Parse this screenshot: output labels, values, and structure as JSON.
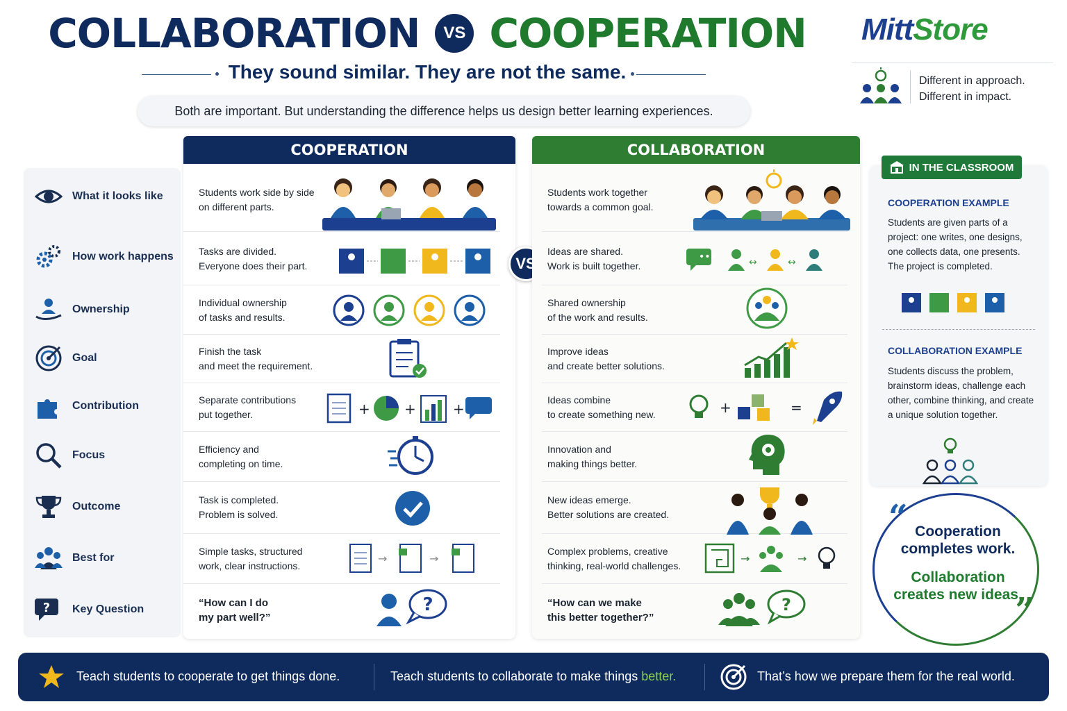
{
  "title": {
    "left": "COLLABORATION",
    "vs": "VS",
    "right": "COOPERATION"
  },
  "subtitle": "They sound similar. They are not the same.",
  "intro": "Both are important. But understanding the difference helps us design better learning experiences.",
  "brand": {
    "part1": "Mitt",
    "part2": "Store",
    "line1": "Different in approach.",
    "line2": "Different in impact."
  },
  "labels": [
    "What it looks like",
    "How work happens",
    "Ownership",
    "Goal",
    "Contribution",
    "Focus",
    "Outcome",
    "Best for",
    "Key Question"
  ],
  "cooperation": {
    "header": "COOPERATION",
    "rows": [
      [
        "Students work side by side",
        "on different parts."
      ],
      [
        "Tasks are divided.",
        "Everyone does their part."
      ],
      [
        "Individual ownership",
        "of tasks and results."
      ],
      [
        "Finish the task",
        "and meet the requirement."
      ],
      [
        "Separate contributions",
        "put together."
      ],
      [
        "Efficiency and",
        "completing on time."
      ],
      [
        "Task is completed.",
        "Problem is solved."
      ],
      [
        "Simple tasks, structured",
        "work, clear instructions."
      ],
      [
        "“How can I do",
        "my part well?”"
      ]
    ]
  },
  "collaboration": {
    "header": "COLLABORATION",
    "rows": [
      [
        "Students work together",
        "towards a common goal."
      ],
      [
        "Ideas are shared.",
        "Work is built together."
      ],
      [
        "Shared ownership",
        "of the work and results."
      ],
      [
        "Improve ideas",
        "and create better solutions."
      ],
      [
        "Ideas combine",
        "to create something new."
      ],
      [
        "Innovation and",
        "making things better."
      ],
      [
        "New ideas emerge.",
        "Better solutions are created."
      ],
      [
        "Complex problems, creative",
        "thinking, real-world challenges."
      ],
      [
        "“How can we make",
        "this better together?”"
      ]
    ]
  },
  "vs_mid": "VS",
  "classroom": {
    "header": "IN THE CLASSROOM",
    "coop_title": "COOPERATION EXAMPLE",
    "coop_text": "Students are given parts of a project: one writes, one designs, one collects data, one presents. The project is completed.",
    "coll_title": "COLLABORATION EXAMPLE",
    "coll_text": "Students discuss the problem, brainstorm ideas, challenge each other, combine thinking, and create a unique solution together."
  },
  "quote": {
    "l1": "Cooperation",
    "l2": "completes work.",
    "l3": "Collaboration",
    "l4": "creates new ideas."
  },
  "bottom": {
    "s1": "Teach students to cooperate to get things done.",
    "s2a": "Teach students to collaborate to make things ",
    "s2b": "better.",
    "s3": "That’s how we prepare them for the real world."
  },
  "colors": {
    "navy": "#0f2a5c",
    "green": "#2f7d32",
    "yellow": "#f0b81c",
    "blue": "#1d5fa8"
  }
}
